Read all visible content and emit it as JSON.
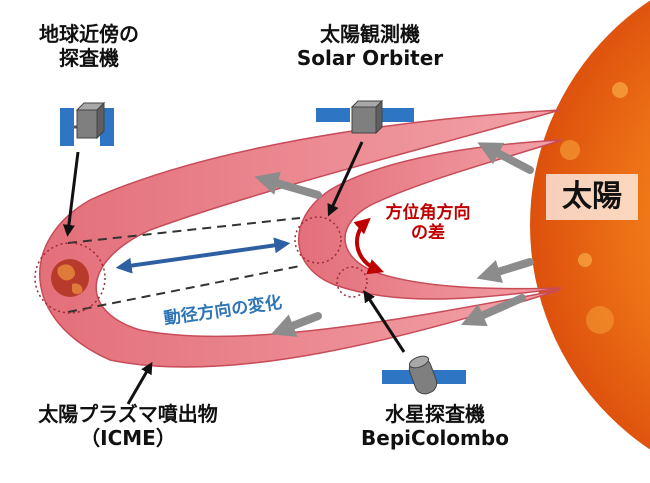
{
  "labels": {
    "earth_probe": {
      "line1": "地球近傍の",
      "line2": "探査機"
    },
    "solar_orbiter": {
      "line1": "太陽観測機",
      "line2": "Solar Orbiter"
    },
    "sun": "太陽",
    "azimuth_diff": {
      "line1": "方位角方向",
      "line2": "の差"
    },
    "radial_change": "動径方向の変化",
    "icme": {
      "line1": "太陽プラズマ噴出物",
      "line2": "（ICME）"
    },
    "bepicolombo": {
      "line1": "水星探査機",
      "line2": "BepiColombo"
    }
  },
  "icons": {
    "earth": "earth-icon",
    "earth_probe": "satellite-icon",
    "solar_orbiter": "satellite-icon",
    "bepicolombo": "satellite-icon",
    "sun": "sun-icon"
  },
  "colors": {
    "icme_fill": "#eb8088",
    "icme_edge": "#c74c58",
    "sun": "#e8560c",
    "radial_arrow": "#2e5fa3",
    "azimuth_arrow": "#c00000",
    "flow_arrow": "#8c8c8c",
    "solar_panel": "#2e75c4",
    "probe_body": "#7f7f7f"
  }
}
